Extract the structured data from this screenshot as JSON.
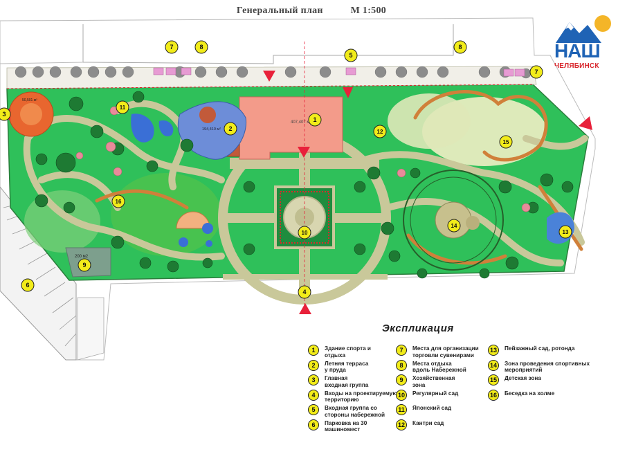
{
  "title": {
    "text": "Генеральный план",
    "scale": "М 1:500"
  },
  "logo": {
    "word": "НАШ",
    "city": "ЧЕЛЯБИНСК"
  },
  "areas": {
    "building": "407,407 м²",
    "terrace": "194,410 м²",
    "entrance": "50,501 м²",
    "parking": "200 м2"
  },
  "markers": [
    {
      "n": "1"
    },
    {
      "n": "2"
    },
    {
      "n": "3"
    },
    {
      "n": "4"
    },
    {
      "n": "5"
    },
    {
      "n": "6"
    },
    {
      "n": "7"
    },
    {
      "n": "7"
    },
    {
      "n": "8"
    },
    {
      "n": "8"
    },
    {
      "n": "9"
    },
    {
      "n": "10"
    },
    {
      "n": "11"
    },
    {
      "n": "12"
    },
    {
      "n": "13"
    },
    {
      "n": "14"
    },
    {
      "n": "15"
    },
    {
      "n": "16"
    }
  ],
  "legend": {
    "title": "Экспликация",
    "items": [
      {
        "n": "1",
        "text": "Здание спорта и\nотдыха"
      },
      {
        "n": "2",
        "text": "Летняя терраса\nу пруда"
      },
      {
        "n": "3",
        "text": "Главная\nвходная группа"
      },
      {
        "n": "4",
        "text": "Входы на проектируемую\nтерриторию"
      },
      {
        "n": "5",
        "text": "Входная группа со\nстороны набережной"
      },
      {
        "n": "6",
        "text": "Парковка на 30\nмашиномест"
      },
      {
        "n": "7",
        "text": "Места для организации\nторговли сувенирами"
      },
      {
        "n": "8",
        "text": "Места отдыха\nвдоль Набережной"
      },
      {
        "n": "9",
        "text": "Хозяйственная\nзона"
      },
      {
        "n": "10",
        "text": "Регулярный сад"
      },
      {
        "n": "11",
        "text": "Японский сад"
      },
      {
        "n": "12",
        "text": "Кантри сад"
      },
      {
        "n": "13",
        "text": "Пейзажный сад, ротонда"
      },
      {
        "n": "14",
        "text": "Зона проведения спортивных\nмероприятий"
      },
      {
        "n": "15",
        "text": "Детская зона"
      },
      {
        "n": "16",
        "text": "Беседка на холме"
      }
    ]
  },
  "colors": {
    "lawn": "#2fc05a",
    "path": "#c9c89a",
    "building": "#f39b8a",
    "terrace": "#c25a3a",
    "marker": "#f2ec1a",
    "arrow": "#e8213a",
    "water": "#3a6fd6"
  }
}
